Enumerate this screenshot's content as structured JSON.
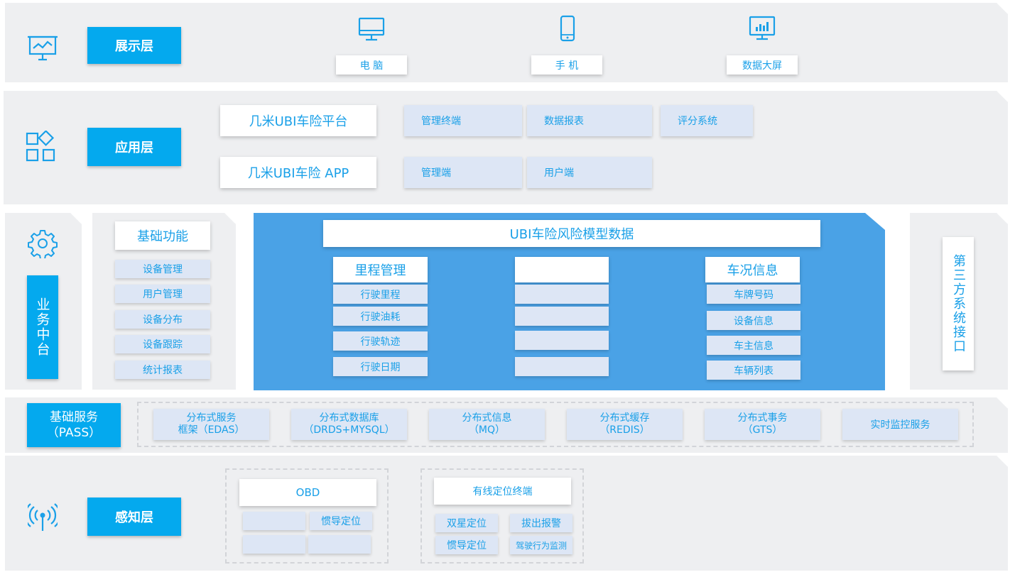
{
  "display_layer": {
    "title": "展示层",
    "devices": [
      {
        "label": "电 脑",
        "icon": "desktop-icon"
      },
      {
        "label": "手 机",
        "icon": "phone-icon"
      },
      {
        "label": "数据大屏",
        "icon": "bigscreen-icon"
      }
    ]
  },
  "application_layer": {
    "title": "应用层",
    "platform": "几米UBI车险平台",
    "platform_modules": [
      "管理终端",
      "数据报表",
      "评分系统"
    ],
    "app": "几米UBI车险 APP",
    "app_modules": [
      "管理端",
      "用户端"
    ]
  },
  "business_layer": {
    "title": "业务中台",
    "basic_functions": {
      "title": "基础功能",
      "items": [
        "设备管理",
        "用户管理",
        "设备分布",
        "设备跟踪",
        "统计报表"
      ]
    },
    "model": {
      "title": "UBI车险风险模型数据",
      "mileage": {
        "title": "里程管理",
        "items": [
          "行驶里程",
          "行驶油耗",
          "行驶轨迹",
          "行驶日期"
        ]
      },
      "middle": {
        "title": "",
        "items": [
          "",
          "",
          "",
          ""
        ]
      },
      "vehicle": {
        "title": "车况信息",
        "items": [
          "车牌号码",
          "设备信息",
          "车主信息",
          "车辆列表"
        ]
      }
    },
    "third_party": "第三方系统接口"
  },
  "base_services": {
    "title_line1": "基础服务",
    "title_line2": "（PASS）",
    "services": [
      {
        "line1": "分布式服务",
        "line2": "框架（EDAS）"
      },
      {
        "line1": "分布式数据库",
        "line2": "（DRDS+MYSQL）"
      },
      {
        "line1": "分布式信息",
        "line2": "（MQ）"
      },
      {
        "line1": "分布式缓存",
        "line2": "（REDIS）"
      },
      {
        "line1": "分布式事务",
        "line2": "（GTS）"
      },
      {
        "line1": "实时监控服务",
        "line2": ""
      }
    ]
  },
  "perception_layer": {
    "title": "感知层",
    "obd": {
      "title": "OBD",
      "items": [
        "",
        "惯导定位",
        "",
        ""
      ]
    },
    "wired": {
      "title": "有线定位终端",
      "items": [
        "双星定位",
        "拔出报警",
        "惯导定位",
        "驾驶行为监测"
      ]
    }
  },
  "colors": {
    "accent": "#04a9ee",
    "model_panel": "#4aa2e6",
    "chip": "#dde6f5",
    "layer_bg": "#eeeff1",
    "text_blue": "#1aa0e8"
  }
}
